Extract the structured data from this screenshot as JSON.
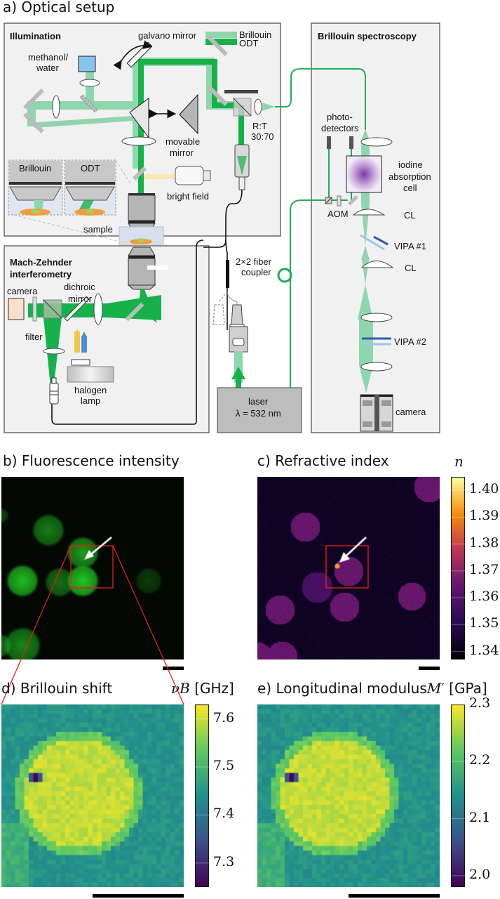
{
  "panels": {
    "a": {
      "title": "a) Optical setup",
      "illumination": {
        "heading": "Illumination",
        "labels": {
          "galvano": "galvano mirror",
          "methanol_1": "methanol/",
          "methanol_2": "water",
          "movable_1": "movable",
          "movable_2": "mirror",
          "bright_field": "bright field",
          "sample": "sample",
          "rt_1": "R:T",
          "rt_2": "30:70",
          "inset_brillouin": "Brillouin",
          "inset_odt": "ODT"
        },
        "legend": [
          {
            "label": "Brillouin",
            "color": "#8fd6ad"
          },
          {
            "label": "ODT",
            "color": "#15b24a"
          }
        ]
      },
      "mzi": {
        "heading_1": "Mach-Zehnder",
        "heading_2": "interferometry",
        "labels": {
          "camera": "camera",
          "filter": "filter",
          "dichroic_1": "dichroic",
          "dichroic_2": "mirror",
          "halogen_1": "halogen",
          "halogen_2": "lamp"
        }
      },
      "fiber": {
        "coupler_1": "2×2 fiber",
        "coupler_2": "coupler",
        "laser_1": "laser",
        "laser_2": "λ = 532 nm"
      },
      "spectroscopy": {
        "heading": "Brillouin spectroscopy",
        "labels": {
          "photo_1": "photo-",
          "photo_2": "detectors",
          "iodine_1": "iodine",
          "iodine_2": "absorption",
          "iodine_3": "cell",
          "aom": "AOM",
          "cl_1": "CL",
          "vipa_1": "VIPA #1",
          "cl_2": "CL",
          "vipa_2": "VIPA #2",
          "camera": "camera"
        }
      }
    },
    "b": {
      "title": "b) Fluorescence intensity"
    },
    "c": {
      "title": "c) Refractive index",
      "colorbar": {
        "label": "n",
        "ticks": [
          "1.40",
          "1.39",
          "1.38",
          "1.37",
          "1.36",
          "1.35",
          "1.34"
        ],
        "range": [
          1.337,
          1.405
        ]
      }
    },
    "d": {
      "title": "d) Brillouin shift",
      "colorbar": {
        "label": "νB",
        "unit": "[GHz]",
        "ticks": [
          "7.6",
          "7.5",
          "7.4",
          "7.3"
        ],
        "range": [
          7.25,
          7.63
        ]
      }
    },
    "e": {
      "title": "e) Longitudinal modulus",
      "symbol": "M′",
      "unit": "[GPa]",
      "colorbar": {
        "ticks": [
          "2.3",
          "2.2",
          "2.1",
          "2.0"
        ],
        "range": [
          1.98,
          2.3
        ]
      }
    }
  },
  "colors": {
    "brillouin_beam": "#8fd6ad",
    "odt_beam": "#15b24a",
    "fiber_green": "#1fae55",
    "box_bg": "#f1f1f1",
    "roi_red": "#e0201c"
  },
  "chart_data": [
    {
      "type": "heatmap",
      "title": "c) Refractive index",
      "colorbar_label": "n",
      "colormap": "inferno",
      "ticks": [
        1.4,
        1.39,
        1.38,
        1.37,
        1.36,
        1.35,
        1.34
      ],
      "range": [
        1.337,
        1.405
      ]
    },
    {
      "type": "heatmap",
      "title": "d) Brillouin shift",
      "colorbar_label": "νB [GHz]",
      "colormap": "viridis",
      "ticks": [
        7.6,
        7.5,
        7.4,
        7.3
      ],
      "range": [
        7.25,
        7.63
      ]
    },
    {
      "type": "heatmap",
      "title": "e) Longitudinal modulus M′",
      "colorbar_label": "[GPa]",
      "colormap": "viridis",
      "ticks": [
        2.3,
        2.2,
        2.1,
        2.0
      ],
      "range": [
        1.98,
        2.3
      ]
    }
  ]
}
